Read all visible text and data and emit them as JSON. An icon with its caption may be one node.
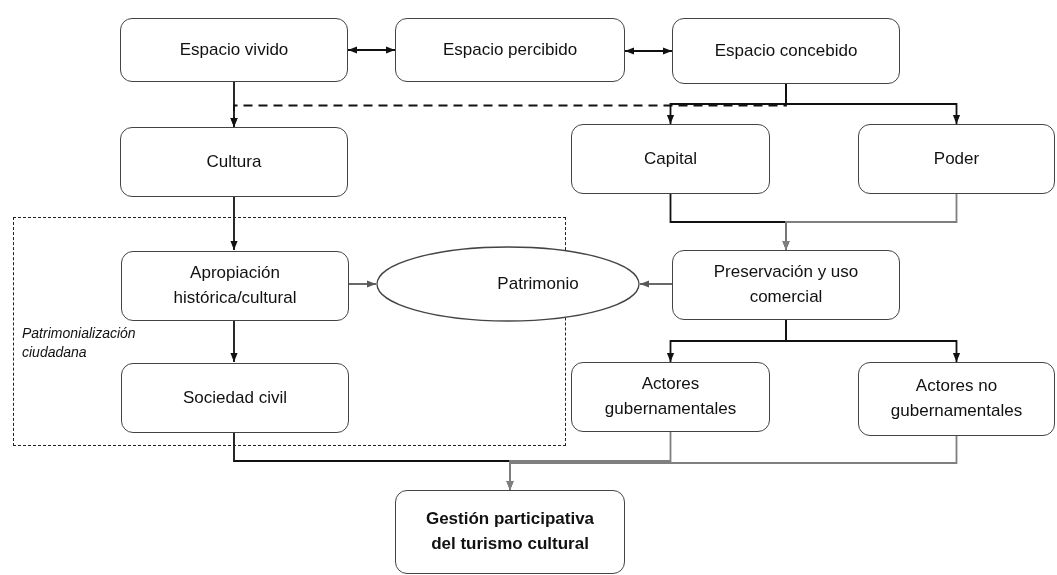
{
  "diagram": {
    "nodes": [
      {
        "text": [
          "Espacio vivido"
        ]
      },
      {
        "text": [
          "Espacio percibido"
        ]
      },
      {
        "text": [
          "Espacio concebido"
        ]
      },
      {
        "text": [
          "Cultura"
        ]
      },
      {
        "text": [
          "Capital"
        ]
      },
      {
        "text": [
          "Poder"
        ]
      },
      {
        "text": [
          "Patrimonialización ciudadana"
        ]
      },
      {
        "text": [
          "Apropiación histórica/cultural"
        ],
        "in": 6
      },
      {
        "text": [
          "Patrimonio"
        ]
      },
      {
        "text": [
          "Preservación y uso comercial"
        ]
      },
      {
        "text": [
          "Sociedad civil"
        ],
        "in": 6
      },
      {
        "text": [
          "Actores gubernamentales"
        ]
      },
      {
        "text": [
          "Actores no gubernamentales"
        ]
      },
      {
        "text": [
          "Gestión participativa del turismo cultural"
        ]
      }
    ],
    "edges": [
      {
        "from": 0,
        "to": 1,
        "arrow": "both"
      },
      {
        "from": 1,
        "to": 2,
        "arrow": "both"
      },
      {
        "from": 0,
        "to": 3,
        "arrow": "to"
      },
      {
        "from": 2,
        "to": 3,
        "arrow": "to",
        "style": "dashed"
      },
      {
        "from": 2,
        "to": 4,
        "arrow": "to"
      },
      {
        "from": 2,
        "to": 5,
        "arrow": "to"
      },
      {
        "from": 3,
        "to": 7,
        "arrow": "to"
      },
      {
        "from": 7,
        "to": 8,
        "arrow": "to",
        "color": "#595959"
      },
      {
        "from": 9,
        "to": 8,
        "arrow": "to",
        "color": "#595959"
      },
      {
        "from": 4,
        "to": 9,
        "arrow": "to"
      },
      {
        "from": 5,
        "to": 9,
        "arrow": "to",
        "color": "#7f7f7f"
      },
      {
        "from": 7,
        "to": 10,
        "arrow": "to"
      },
      {
        "from": 9,
        "to": 11,
        "arrow": "to"
      },
      {
        "from": 9,
        "to": 12,
        "arrow": "to"
      },
      {
        "from": 10,
        "to": 13,
        "arrow": "to"
      },
      {
        "from": 11,
        "to": 13,
        "arrow": "to",
        "color": "#7f7f7f"
      },
      {
        "from": 12,
        "to": 13,
        "arrow": "to",
        "color": "#7f7f7f"
      }
    ]
  }
}
